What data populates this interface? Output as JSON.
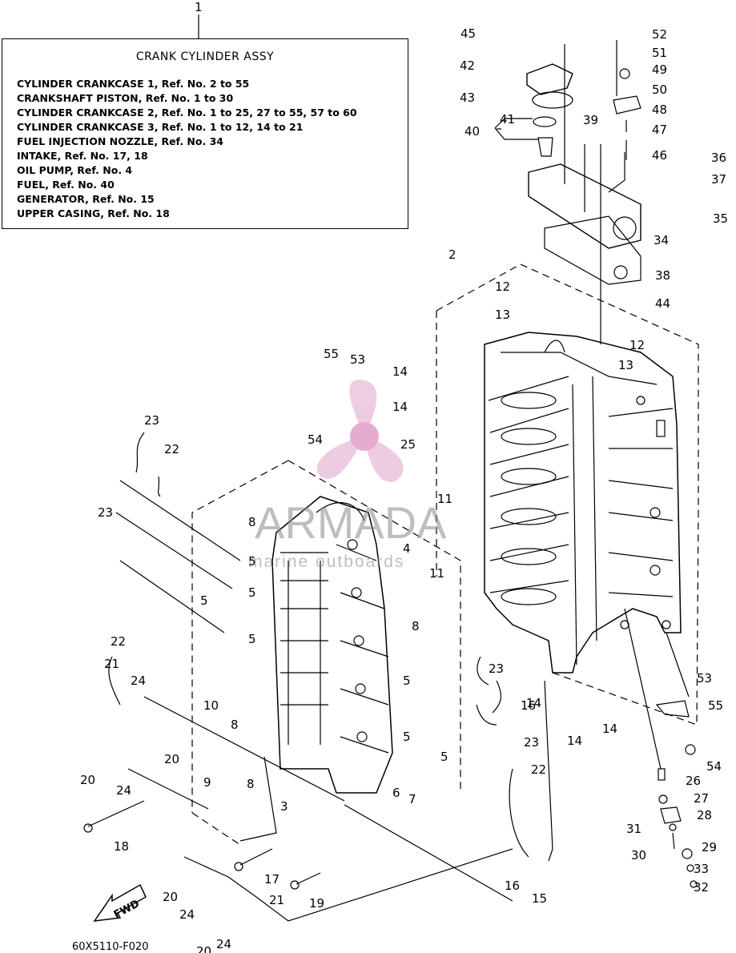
{
  "legend": {
    "ref_number": "1",
    "title": "CRANK CYLINDER ASSY",
    "lines": [
      "CYLINDER CRANKCASE 1, Ref. No. 2 to 55",
      "CRANKSHAFT PISTON, Ref. No. 1 to 30",
      "CYLINDER CRANKCASE 2, Ref. No. 1 to 25, 27 to 55, 57 to 60",
      "CYLINDER CRANKCASE 3, Ref. No. 1 to 12, 14 to 21",
      "FUEL INJECTION NOZZLE, Ref. No. 34",
      "INTAKE, Ref. No. 17, 18",
      "OIL PUMP, Ref. No. 4",
      "FUEL, Ref. No. 40",
      "GENERATOR, Ref. No. 15",
      "UPPER CASING, Ref. No. 18"
    ]
  },
  "callouts": [
    "2",
    "3",
    "4",
    "5",
    "5",
    "5",
    "5",
    "5",
    "5",
    "5",
    "6",
    "7",
    "8",
    "8",
    "8",
    "8",
    "9",
    "10",
    "11",
    "11",
    "12",
    "12",
    "13",
    "13",
    "14",
    "14",
    "14",
    "14",
    "14",
    "15",
    "16",
    "16",
    "17",
    "18",
    "19",
    "20",
    "20",
    "20",
    "20",
    "21",
    "21",
    "22",
    "22",
    "22",
    "23",
    "23",
    "23",
    "23",
    "24",
    "24",
    "24",
    "24",
    "25",
    "26",
    "27",
    "28",
    "29",
    "30",
    "31",
    "32",
    "33",
    "34",
    "35",
    "36",
    "37",
    "38",
    "39",
    "40",
    "41",
    "42",
    "43",
    "44",
    "45",
    "46",
    "47",
    "48",
    "49",
    "50",
    "51",
    "52",
    "53",
    "53",
    "54",
    "54",
    "55",
    "55"
  ],
  "fwd_label": "FWD",
  "figure_code": "60X5110-F020",
  "watermark": {
    "brand": "ARMADA",
    "tagline": "marine outboards"
  }
}
